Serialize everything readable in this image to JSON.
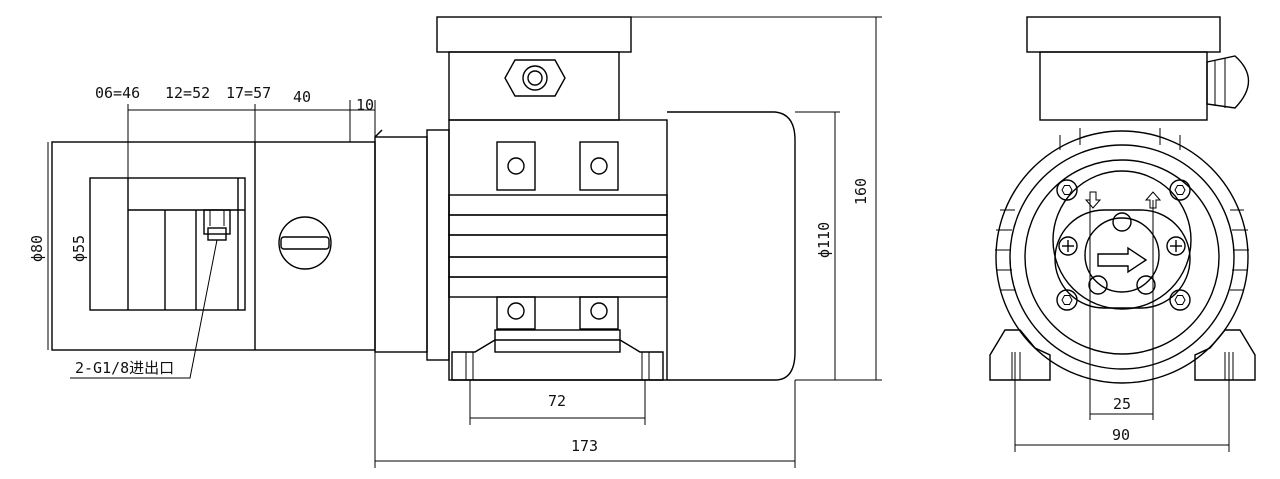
{
  "dimensions": {
    "d06": "06=46",
    "d12": "12=52",
    "d17": "17=57",
    "d40": "40",
    "d10": "10",
    "phi80": "ϕ80",
    "phi55": "ϕ55",
    "port": "2-G1/8进出口",
    "d72": "72",
    "d173": "173",
    "phi110": "ϕ110",
    "d160": "160",
    "d25": "25",
    "d90": "90"
  }
}
